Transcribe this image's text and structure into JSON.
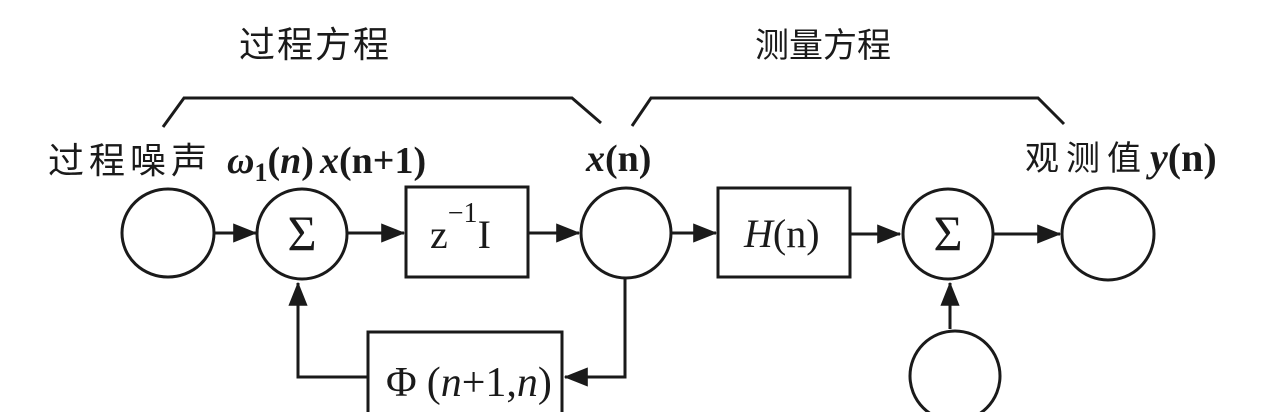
{
  "colors": {
    "ink": "#1a1a1a",
    "background": "#ffffff"
  },
  "titles": {
    "process": "过程方程",
    "measurement": "测量方程"
  },
  "labels": {
    "process_noise": "过程噪声",
    "omega": {
      "base": "ω",
      "sub": "1",
      "open": "(",
      "arg": "n",
      "close": ")"
    },
    "x_next": {
      "var": "x",
      "args": "(n+1)"
    },
    "x_state": {
      "var": "x",
      "args": "(n)"
    },
    "observation": "观测值",
    "y_out": {
      "var": "y",
      "args": "(n)"
    }
  },
  "nodes": {
    "sum1": "Σ",
    "sum2": "Σ"
  },
  "blocks": {
    "delay": {
      "base": "z",
      "sup": "−1",
      "tail": "I"
    },
    "h": {
      "var": "H",
      "args": "(n)"
    },
    "phi": {
      "sym": "Φ",
      "open": "(",
      "n1": "n",
      "mid": "+1,",
      "n2": "n",
      "close": ")"
    }
  }
}
